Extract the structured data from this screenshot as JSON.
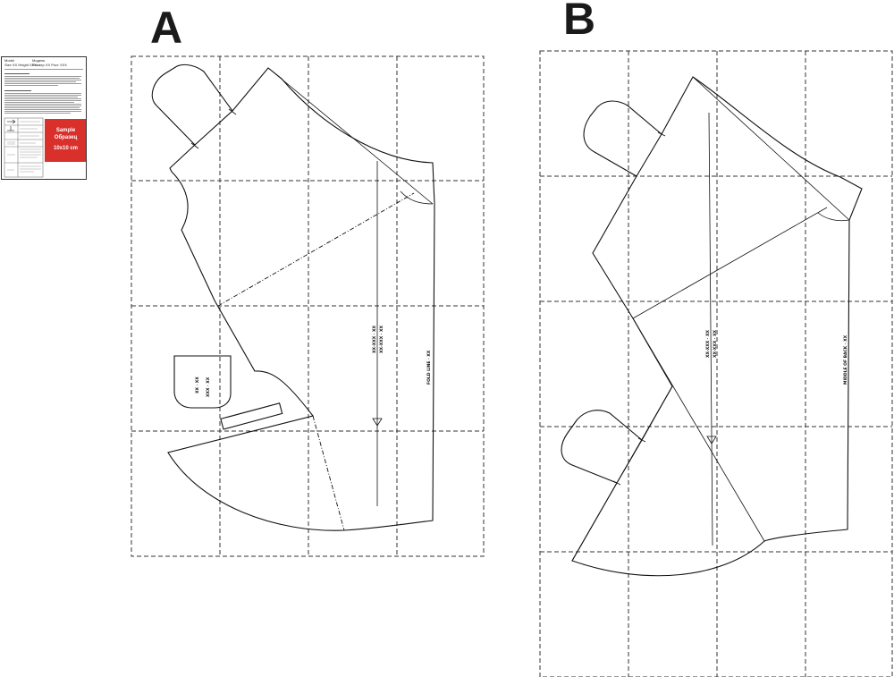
{
  "layouts": [
    {
      "id": "A",
      "label": "A"
    },
    {
      "id": "B",
      "label": "B"
    }
  ],
  "legend": {
    "header_left": [
      "Model",
      "Size XX Height XXX"
    ],
    "header_right": [
      "Модель",
      "Размер XX Рост XXX"
    ],
    "sample_box": {
      "line1": "Sample",
      "line2": "Образец",
      "size": "10x10 cm",
      "color": "#d9302c"
    }
  },
  "colors": {
    "line": "#111111",
    "grid": "#333333",
    "sample": "#d9302c"
  },
  "icons": [
    "grainline-arrow-icon",
    "notch-mark-icon"
  ]
}
